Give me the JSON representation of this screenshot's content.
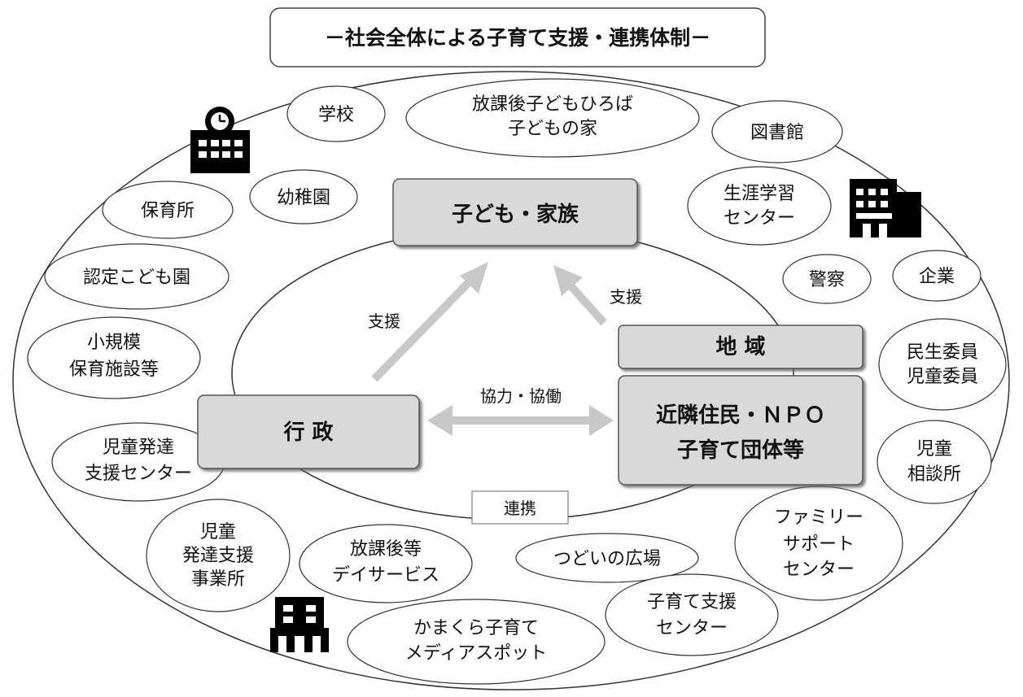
{
  "title": "－社会全体による子育て支援・連携体制－",
  "center": {
    "family": "子ども・家族",
    "government": "行 政",
    "region": "地 域",
    "residents": [
      "近隣住民・ＮＰＯ",
      "子育て団体等"
    ]
  },
  "labels": {
    "support_left": "支援",
    "support_right": "支援",
    "cooperation": "協力・協働",
    "coordination": "連携"
  },
  "organizations": {
    "school": [
      "学校"
    ],
    "after_school_plaza": [
      "放課後子どもひろば",
      "子どもの家"
    ],
    "library": [
      "図書館"
    ],
    "kindergarten": [
      "幼稚園"
    ],
    "nursery": [
      "保育所"
    ],
    "lifelong_center": [
      "生涯学習",
      "センター"
    ],
    "certified_center": [
      "認定こども園"
    ],
    "police": [
      "警察"
    ],
    "company": [
      "企業"
    ],
    "small_nursery": [
      "小規模",
      "保育施設等"
    ],
    "welfare_commissioner": [
      "民生委員",
      "児童委員"
    ],
    "child_dev_center": [
      "児童発達",
      "支援センター"
    ],
    "child_consultation": [
      "児童",
      "相談所"
    ],
    "child_dev_office": [
      "児童",
      "発達支援",
      "事業所"
    ],
    "day_service": [
      "放課後等",
      "デイサービス"
    ],
    "tsudoi": [
      "つどいの広場"
    ],
    "family_support": [
      "ファミリー",
      "サポート",
      "センター"
    ],
    "kamakura_media": [
      "かまくら子育て",
      "メディアスポット"
    ],
    "childcare_center": [
      "子育て支援",
      "センター"
    ]
  },
  "icons": [
    "school-building-icon",
    "office-building-icon",
    "small-building-icon"
  ]
}
